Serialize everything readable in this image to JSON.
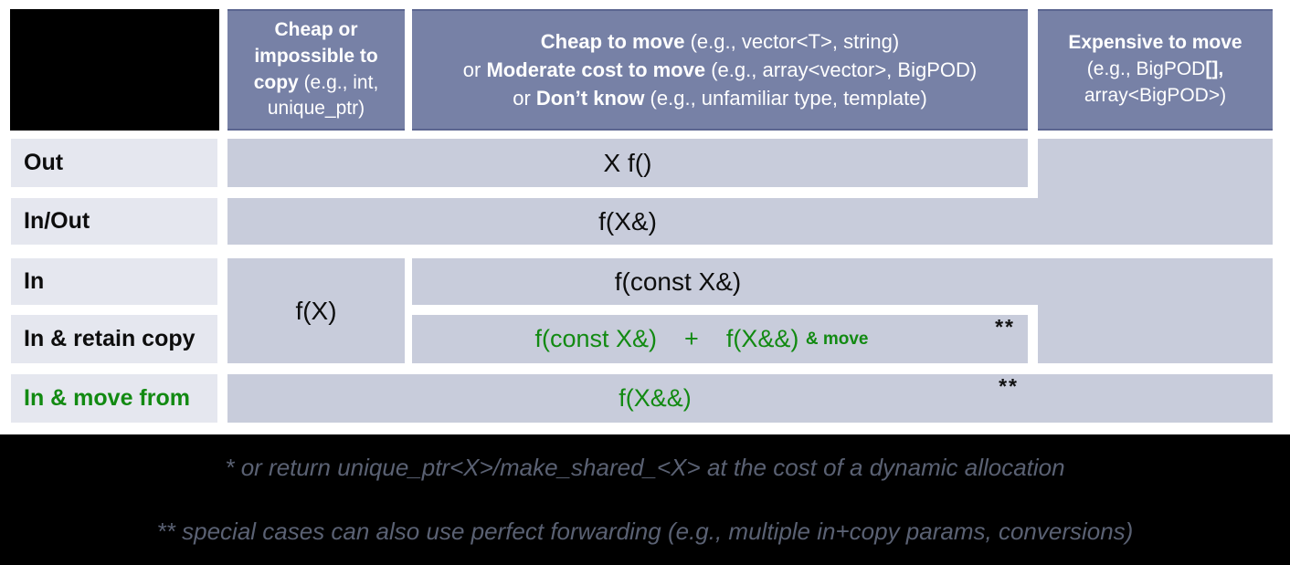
{
  "colors": {
    "header_bg": "#7781a6",
    "header_border": "#5b6590",
    "cell_bg": "#c8ccdb",
    "label_bg": "#e5e7ef",
    "green": "#128a12",
    "footnote_text": "#5a6173",
    "corner_bg": "#000000"
  },
  "header": {
    "cheap_copy": {
      "segments": [
        {
          "t": "Cheap or impossible to copy",
          "b": true
        },
        {
          "t": " (e.g., int, unique_ptr)"
        }
      ]
    },
    "cheap_move": {
      "lines": [
        [
          {
            "t": "Cheap to move",
            "b": true
          },
          {
            "t": " (e.g., vector<T>, string)"
          }
        ],
        [
          {
            "t": "or "
          },
          {
            "t": "Moderate cost to move",
            "b": true
          },
          {
            "t": " (e.g., array<vector>, BigPOD)"
          }
        ],
        [
          {
            "t": "or "
          },
          {
            "t": "Don’t know",
            "b": true
          },
          {
            "t": " (e.g., unfamiliar type, template)"
          }
        ]
      ]
    },
    "expensive_move": {
      "lines": [
        [
          {
            "t": "Expensive to move",
            "b": true
          }
        ],
        [
          {
            "t": "(e.g., BigPOD"
          },
          {
            "t": "[],",
            "b": true
          }
        ],
        [
          {
            "t": "array<BigPOD>)"
          }
        ]
      ]
    }
  },
  "rows": [
    {
      "label": "Out"
    },
    {
      "label": "In/Out"
    },
    {
      "label": "In"
    },
    {
      "label": "In & retain copy"
    },
    {
      "label": "In & move from"
    }
  ],
  "cells": {
    "out": "X f()",
    "inout": "f(X&)",
    "in_cheap_copy": "f(X)",
    "in_const_ref": "f(const X&)",
    "retain_main": "f(const X&)    +    f(X&&) ",
    "retain_small": "& move",
    "retain_star": "**",
    "move_main": "f(X&&)",
    "move_star": "**"
  },
  "footnotes": [
    "* or return unique_ptr<X>/make_shared_<X> at the cost of a dynamic allocation",
    "** special cases can also use perfect forwarding (e.g., multiple in+copy params, conversions)"
  ]
}
